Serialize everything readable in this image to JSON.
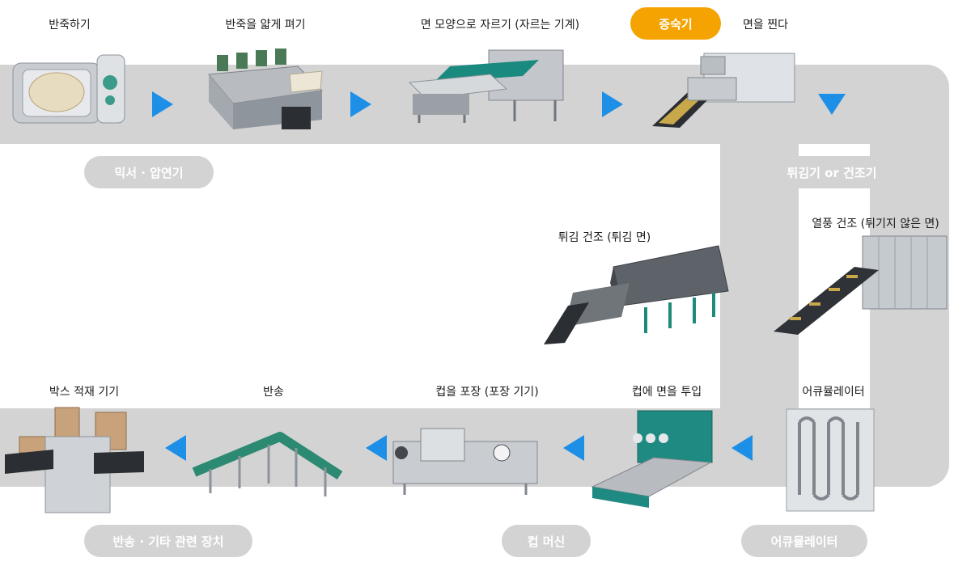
{
  "colors": {
    "band": "#d3d3d3",
    "arrow": "#1e8fe6",
    "active": "#f5a300"
  },
  "steps": {
    "mixing": "반죽하기",
    "rolling": "반죽을 얇게 펴기",
    "cutting": "면 모양으로 자르기 (자르는 기계)",
    "steaming_desc": "면을 찐다",
    "fried_dry": "튀김 건조 (튀김 면)",
    "hot_air_dry": "열풍 건조 (튀기지 않은 면)",
    "box_stacking": "박스 적재 기기",
    "conveying": "반송",
    "cup_packaging": "컵을 포장 (포장 기기)",
    "cup_noodle_input": "컵에 면을 투입",
    "accumulator_label": "어큐뮬레이터"
  },
  "pills": {
    "steamer": "증숙기",
    "mixer_roller": "믹서 · 압연기",
    "fryer_dryer": "튀김기 or 건조기",
    "conveying_misc": "반송 · 기타 관련 장치",
    "cup_machine": "컵 머신",
    "accumulator": "어큐뮬레이터"
  },
  "icons": [
    "mixer-machine-icon",
    "rolling-machine-icon",
    "cutting-machine-icon",
    "steamer-machine-icon",
    "fryer-machine-icon",
    "hot-air-dryer-icon",
    "accumulator-machine-icon",
    "cup-filling-machine-icon",
    "packaging-machine-icon",
    "conveyor-icon",
    "box-stacker-icon"
  ]
}
